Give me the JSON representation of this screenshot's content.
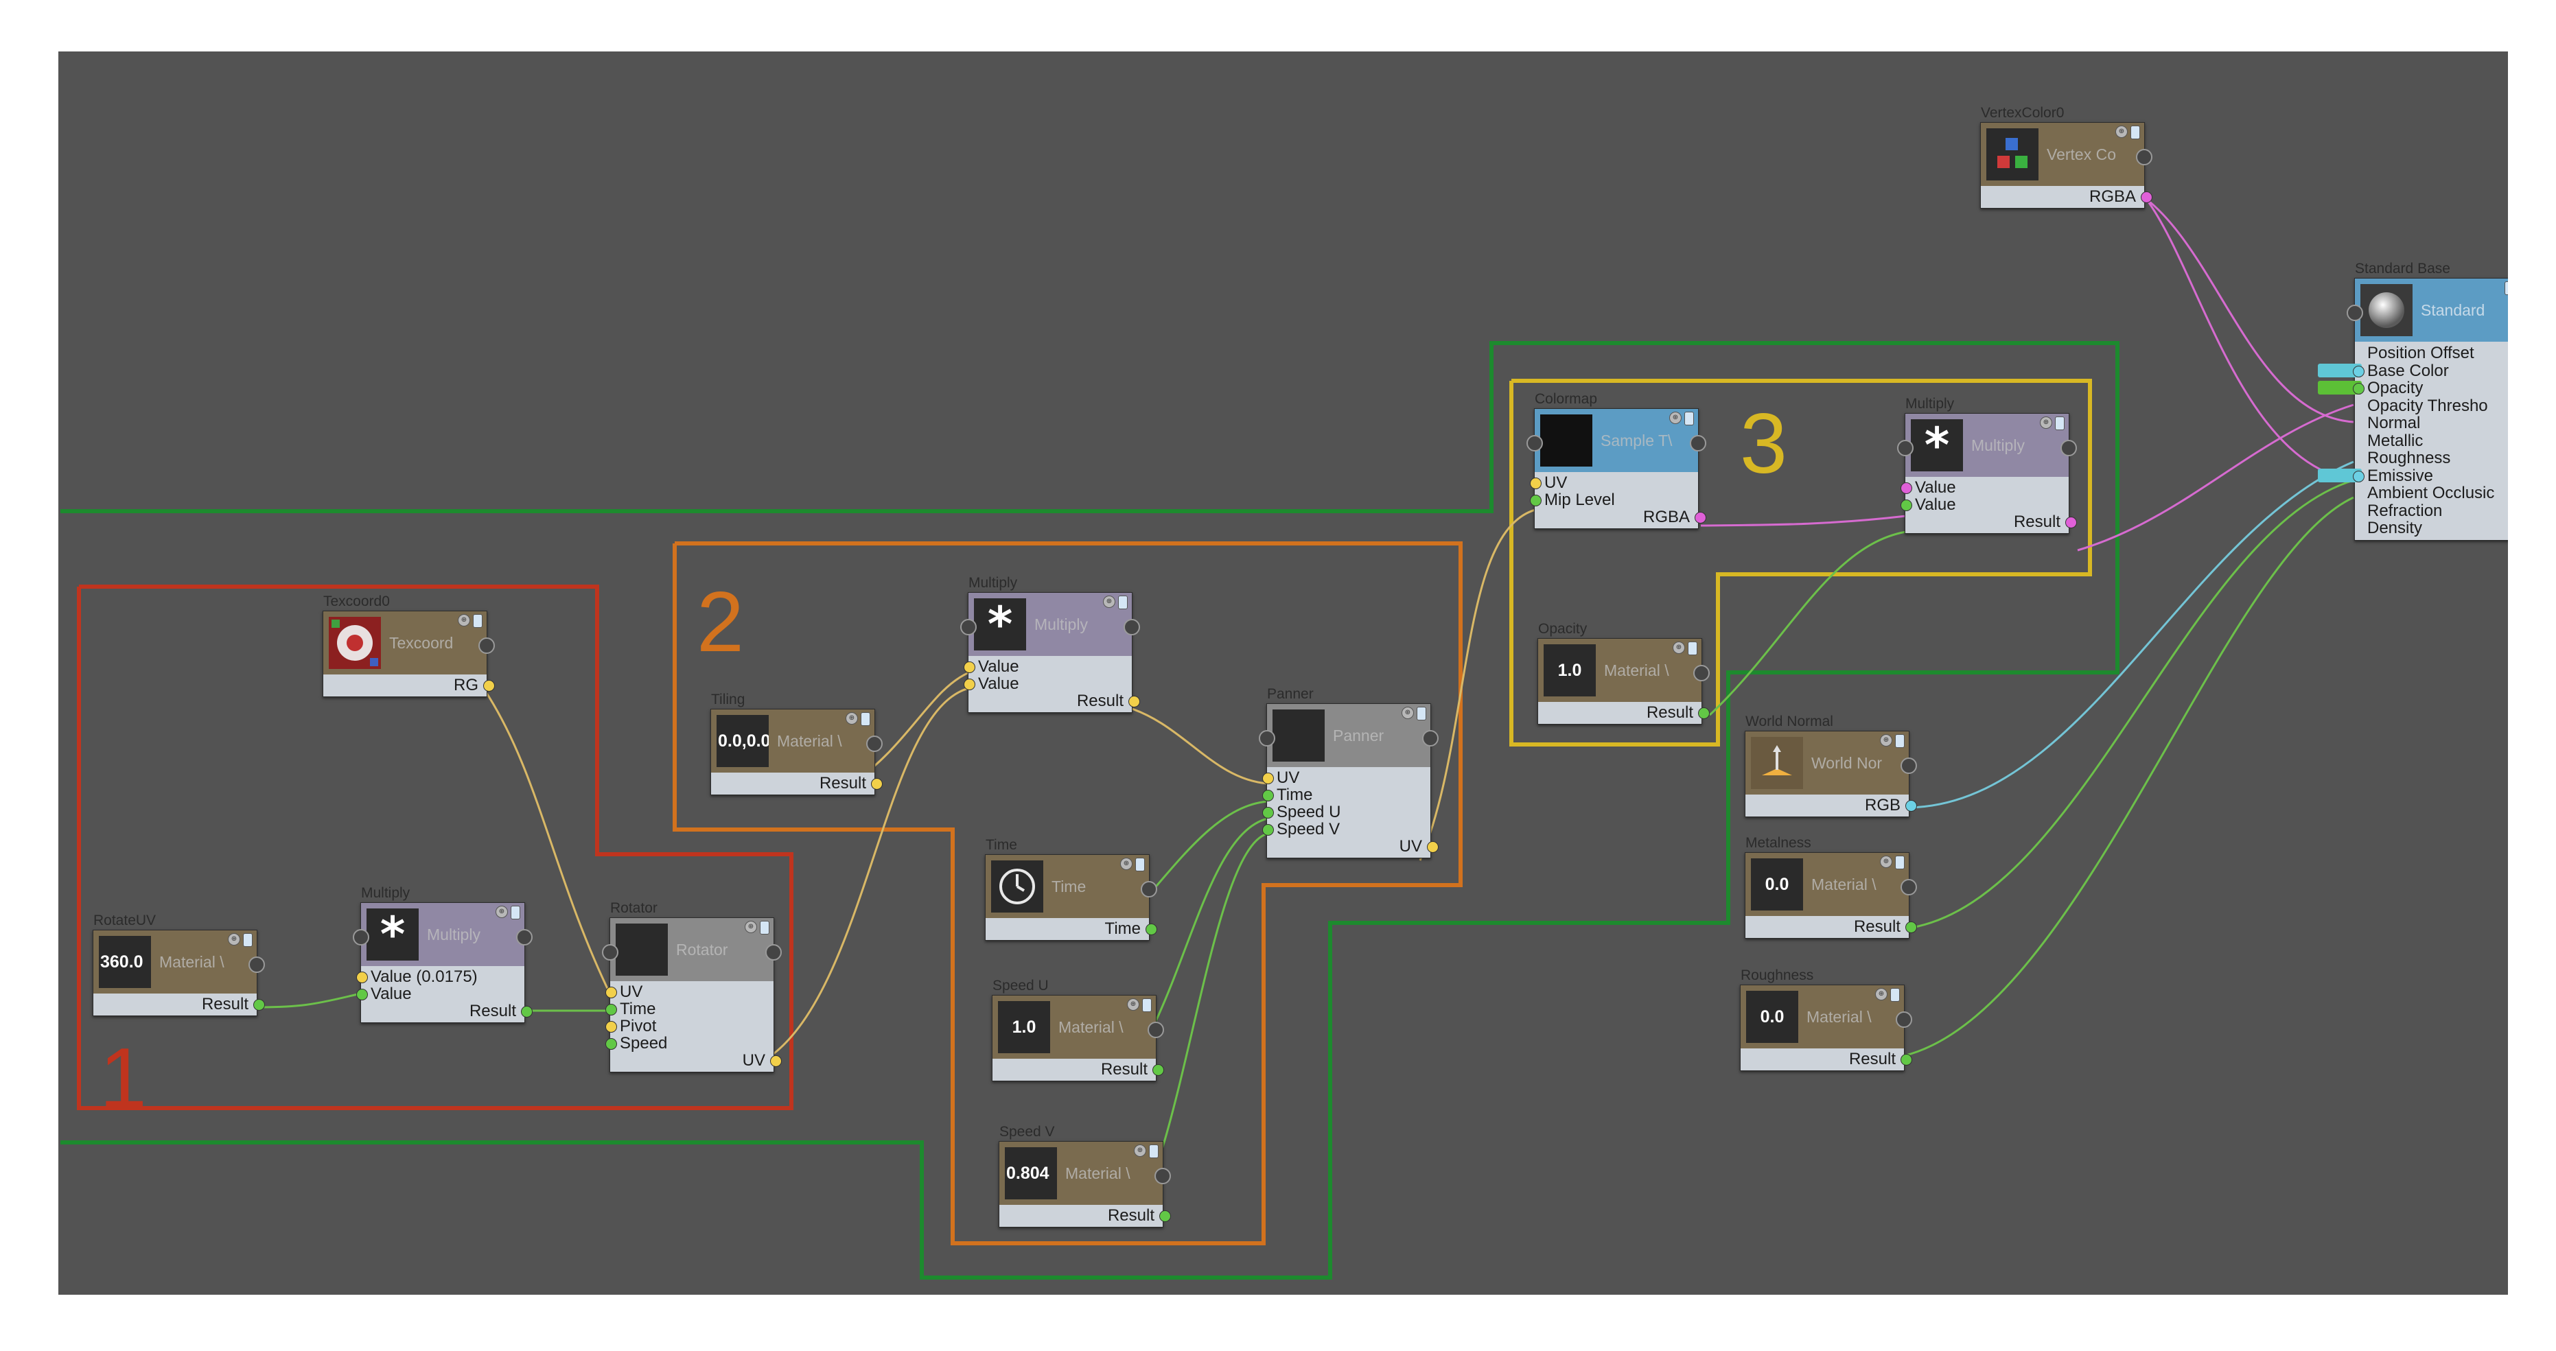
{
  "region_labels": {
    "r1": "1",
    "r2": "2",
    "r3": "3"
  },
  "colors": {
    "canvas": "#535353",
    "region1": "#c0341e",
    "region2": "#d2721e",
    "region3": "#d8b824",
    "green_region": "#1d8a2e",
    "float_wire": "#d9b866",
    "vector_wire": "#6cc04a",
    "color_wire": "#d66bd0",
    "normal_wire": "#74c5d6"
  },
  "nodes": {
    "rotateuv": {
      "title": "RotateUV",
      "thumb": "360.0",
      "name": "Material \\",
      "outputs": [
        "Result"
      ]
    },
    "multiply1": {
      "title": "Multiply",
      "name": "Multiply",
      "inputs": [
        "Value (0.0175)",
        "Value"
      ],
      "outputs": [
        "Result"
      ]
    },
    "texcoord0": {
      "title": "Texcoord0",
      "name": "Texcoord",
      "outputs": [
        "RG"
      ]
    },
    "rotator": {
      "title": "Rotator",
      "name": "Rotator",
      "inputs": [
        "UV",
        "Time",
        "Pivot",
        "Speed"
      ],
      "outputs": [
        "UV"
      ]
    },
    "tiling": {
      "title": "Tiling",
      "thumb": "0.0,0.0",
      "name": "Material \\",
      "outputs": [
        "Result"
      ]
    },
    "multiply2": {
      "title": "Multiply",
      "name": "Multiply",
      "inputs": [
        "Value",
        "Value"
      ],
      "outputs": [
        "Result"
      ]
    },
    "time": {
      "title": "Time",
      "name": "Time",
      "outputs": [
        "Time"
      ]
    },
    "speedu": {
      "title": "Speed U",
      "thumb": "1.0",
      "name": "Material \\",
      "outputs": [
        "Result"
      ]
    },
    "speedv": {
      "title": "Speed V",
      "thumb": "0.804",
      "name": "Material \\",
      "outputs": [
        "Result"
      ]
    },
    "panner": {
      "title": "Panner",
      "name": "Panner",
      "inputs": [
        "UV",
        "Time",
        "Speed U",
        "Speed V"
      ],
      "outputs": [
        "UV"
      ]
    },
    "colormap": {
      "title": "Colormap",
      "name": "Sample T\\",
      "inputs": [
        "UV",
        "Mip Level"
      ],
      "outputs": [
        "RGBA"
      ]
    },
    "multiply3": {
      "title": "Multiply",
      "name": "Multiply",
      "inputs": [
        "Value",
        "Value"
      ],
      "outputs": [
        "Result"
      ]
    },
    "opacity": {
      "title": "Opacity",
      "thumb": "1.0",
      "name": "Material \\",
      "outputs": [
        "Result"
      ]
    },
    "vertexcolor": {
      "title": "VertexColor0",
      "name": "Vertex Co",
      "outputs": [
        "RGBA"
      ]
    },
    "worldnormal": {
      "title": "World Normal",
      "name": "World Nor",
      "outputs": [
        "RGB"
      ]
    },
    "metalness": {
      "title": "Metalness",
      "thumb": "0.0",
      "name": "Material \\",
      "outputs": [
        "Result"
      ]
    },
    "roughness": {
      "title": "Roughness",
      "thumb": "0.0",
      "name": "Material \\",
      "outputs": [
        "Result"
      ]
    },
    "standard": {
      "title": "Standard Base",
      "name": "Standard",
      "inputs": [
        "Position Offset",
        "Base Color",
        "Opacity",
        "Opacity Thresho",
        "Normal",
        "Metallic",
        "Roughness",
        "Emissive",
        "Ambient Occlusic",
        "Refraction",
        "Density"
      ]
    }
  }
}
